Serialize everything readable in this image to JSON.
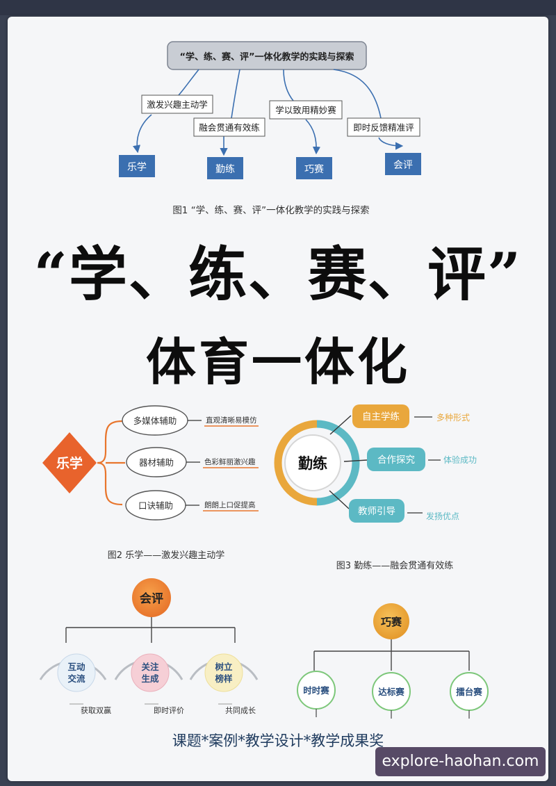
{
  "fig1": {
    "root": "“学、练、赛、评”一体化教学的实践与探索",
    "branches": [
      {
        "label": "激发兴趣主动学",
        "target": "乐学"
      },
      {
        "label": "融会贯通有效练",
        "target": "勤练"
      },
      {
        "label": "学以致用精妙赛",
        "target": "巧赛"
      },
      {
        "label": "即时反馈精准评",
        "target": "会评"
      }
    ],
    "caption": "图1 “学、练、赛、评”一体化教学的实践与探索"
  },
  "headline": {
    "line1": "“学、练、赛、评”",
    "line2": "体育一体化"
  },
  "fig2": {
    "center": "乐学",
    "items": [
      {
        "label": "多媒体辅助",
        "note": "直观清晰易模仿"
      },
      {
        "label": "器材辅助",
        "note": "色彩鲜丽激兴趣"
      },
      {
        "label": "口诀辅助",
        "note": "朗朗上口促提高"
      }
    ],
    "caption": "图2 乐学——激发兴趣主动学"
  },
  "fig3": {
    "center": "勤练",
    "items": [
      {
        "label": "自主学练",
        "note": "多种形式"
      },
      {
        "label": "合作探究",
        "note": "体验成功"
      },
      {
        "label": "教师引导",
        "note": "发扬优点"
      }
    ],
    "caption": "图3 勤练——融会贯通有效练"
  },
  "fig4": {
    "center": "会评",
    "items": [
      {
        "label1": "互动",
        "label2": "交流",
        "note": "获取双赢"
      },
      {
        "label1": "关注",
        "label2": "生成",
        "note": "即时评价"
      },
      {
        "label1": "树立",
        "label2": "榜样",
        "note": "共同成长"
      }
    ]
  },
  "fig5": {
    "center": "巧赛",
    "items": [
      "时时赛",
      "达标赛",
      "擂台赛"
    ]
  },
  "footer": "课题*案例*教学设计*教学成果奖",
  "watermark": "explore-haohan.com",
  "colors": {
    "blue": "#3b6fb0",
    "orange": "#e8752c",
    "gold": "#e9a73c",
    "teal": "#5cb9c4",
    "gray": "#c9cdd4"
  }
}
